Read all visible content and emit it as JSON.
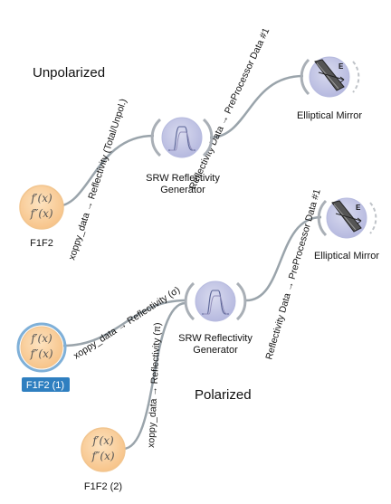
{
  "groups": {
    "unpolarized": "Unpolarized",
    "polarized": "Polarized"
  },
  "formula": {
    "first": "f′(x)",
    "second": "f″(x)"
  },
  "nodes": {
    "f1f2": {
      "label": "F1F2"
    },
    "f1f2_1": {
      "label": "F1F2 (1)",
      "selected": true
    },
    "f1f2_2": {
      "label": "F1F2 (2)"
    },
    "srw_top": {
      "label_line1": "SRW Reflectivity",
      "label_line2": "Generator"
    },
    "srw_bottom": {
      "label_line1": "SRW Reflectivity",
      "label_line2": "Generator"
    },
    "mirror_top": {
      "label": "Elliptical Mirror"
    },
    "mirror_bottom": {
      "label": "Elliptical Mirror"
    }
  },
  "links": {
    "f1f2_to_srw_top": "xoppy_data → Reflectivity (Total/Unpol.)",
    "srw_top_to_mirror_top": "Reflectivity Data → PreProcessor Data #1",
    "f1f2_1_to_srw_bottom": "xoppy_data → Reflectivity (σ)",
    "f1f2_2_to_srw_bottom": "xoppy_data → Reflectivity (π)",
    "srw_bottom_to_mirror_bottom": "Reflectivity Data → PreProcessor Data #1"
  },
  "mirror_glyph": "E",
  "colors": {
    "link": "#9aa4ab",
    "f1f2_fill": "#fcd5a3",
    "f1f2_selected_ring": "#7fb0d8",
    "srw_fill": "#c8cbe7",
    "mirror_fill": "#c2c4e3",
    "selected_label_bg": "#2f7fc0"
  }
}
